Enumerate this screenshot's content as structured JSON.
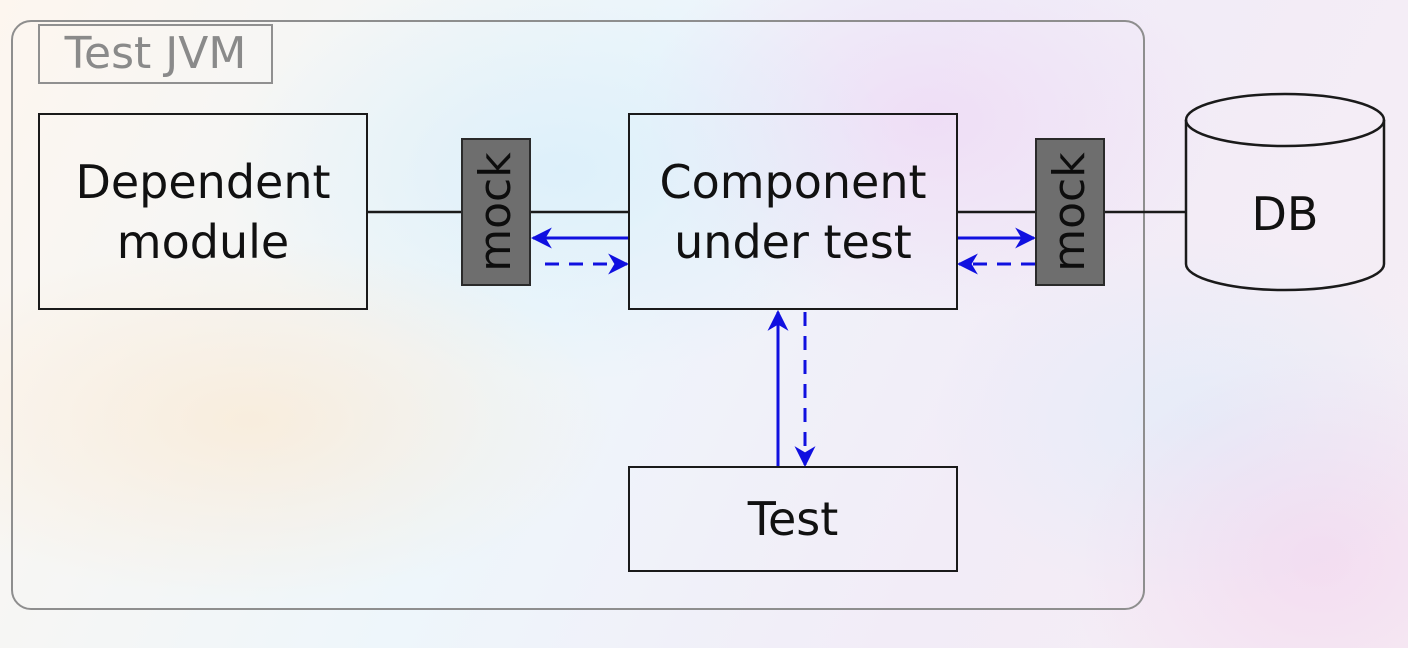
{
  "frame": {
    "label": "Test JVM"
  },
  "nodes": {
    "dependent": {
      "line1": "Dependent",
      "line2": "module"
    },
    "component": {
      "line1": "Component",
      "line2": "under test"
    },
    "test": {
      "label": "Test"
    },
    "mock_left": {
      "label": "mock"
    },
    "mock_right": {
      "label": "mock"
    },
    "db": {
      "label": "DB"
    }
  },
  "colors": {
    "call_arrow": "#1010e0",
    "plain_line": "#1a1a1a",
    "mock_fill": "#6e6e6e",
    "frame": "#8e8e8e"
  }
}
